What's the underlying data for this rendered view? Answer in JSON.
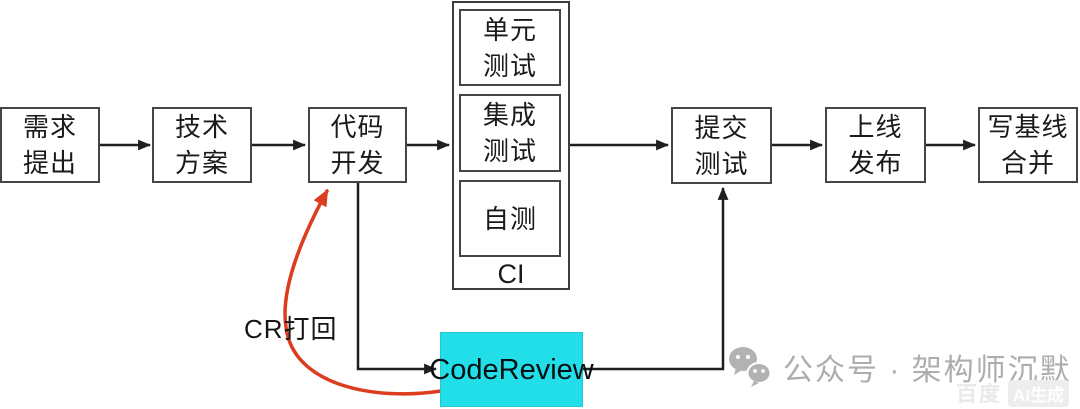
{
  "diagram": {
    "nodes": {
      "requirement": "需求\n提出",
      "tech_plan": "技术\n方案",
      "code_dev": "代码\n开发",
      "unit_test": "单元\n测试",
      "integration_test": "集成\n测试",
      "self_test": "自测",
      "ci_label": "CI",
      "submit_test": "提交\n测试",
      "release": "上线\n发布",
      "baseline_merge": "写基线\n合并",
      "code_review": "CodeReview"
    },
    "annotations": {
      "cr_return": "CR打回"
    }
  },
  "watermark": {
    "wechat_label": "公众号 · 架构师沉默",
    "generator_name": "百度",
    "generator_badge": "AI生成"
  },
  "colors": {
    "code_review_fill": "#21dee9",
    "return_arrow_red": "#dc3d1e",
    "connector_black": "#1f1f1f",
    "box_border": "#454545",
    "watermark_gray": "#adadad"
  }
}
